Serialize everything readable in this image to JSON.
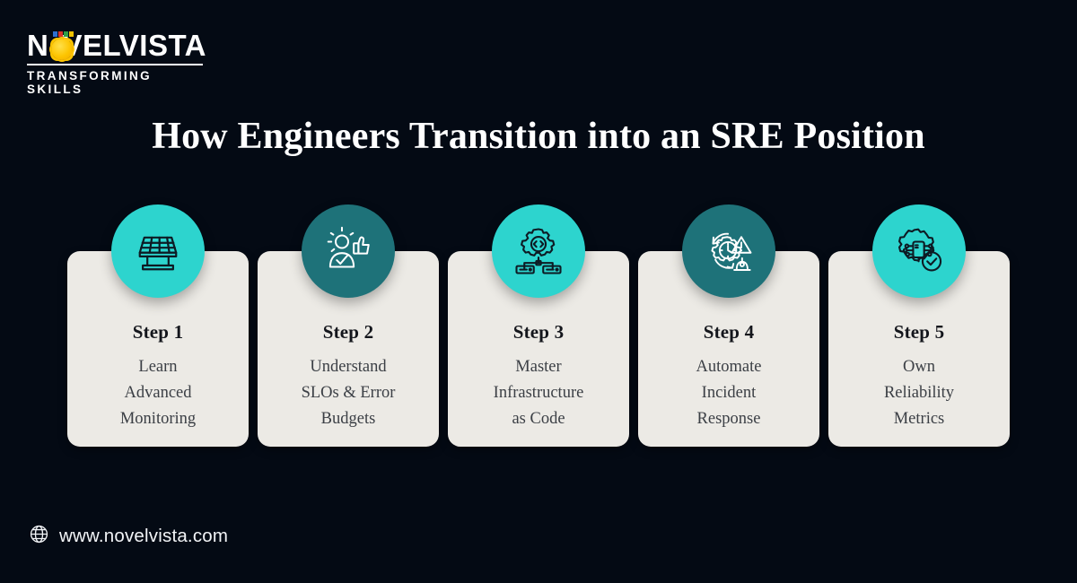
{
  "background_color": "#040a14",
  "brand": {
    "name_part1": "N",
    "name_part2": "VELVISTA",
    "tagline": "TRANSFORMING SKILLS",
    "logo_icon": "sun-burst-icon",
    "pixel_colors": [
      "#2f6fd0",
      "#d8342b",
      "#2f9e46",
      "#f2c200"
    ],
    "sun_color": "#fdc400",
    "text_color": "#ffffff"
  },
  "title": "How Engineers Transition into an SRE Position",
  "colors": {
    "card_background": "#eceae5",
    "badge_light": "#2dd4ce",
    "badge_dark": "#1e7279",
    "icon_dark": "#0d1b24",
    "icon_light": "#ffffff",
    "step_label_color": "#14161c",
    "step_desc_color": "#3b3f45"
  },
  "steps": [
    {
      "label": "Step 1",
      "description": "Learn\nAdvanced\nMonitoring",
      "icon": "solar-panel-dashboard-icon",
      "badge_color": "#2dd4ce",
      "icon_color": "#0d1b24"
    },
    {
      "label": "Step 2",
      "description": "Understand\nSLOs & Error\nBudgets",
      "icon": "person-thumbs-up-check-icon",
      "badge_color": "#1e7279",
      "icon_color": "#ffffff"
    },
    {
      "label": "Step 3",
      "description": "Master\nInfrastructure\nas Code",
      "icon": "gear-code-servers-icon",
      "badge_color": "#2dd4ce",
      "icon_color": "#0d1b24"
    },
    {
      "label": "Step 4",
      "description": "Automate\nIncident\nResponse",
      "icon": "clock-gear-alert-siren-icon",
      "badge_color": "#1e7279",
      "icon_color": "#ffffff"
    },
    {
      "label": "Step 5",
      "description": "Own\nReliability\nMetrics",
      "icon": "gear-circuit-check-icon",
      "badge_color": "#2dd4ce",
      "icon_color": "#0d1b24"
    }
  ],
  "footer": {
    "icon": "globe-icon",
    "url": "www.novelvista.com"
  }
}
